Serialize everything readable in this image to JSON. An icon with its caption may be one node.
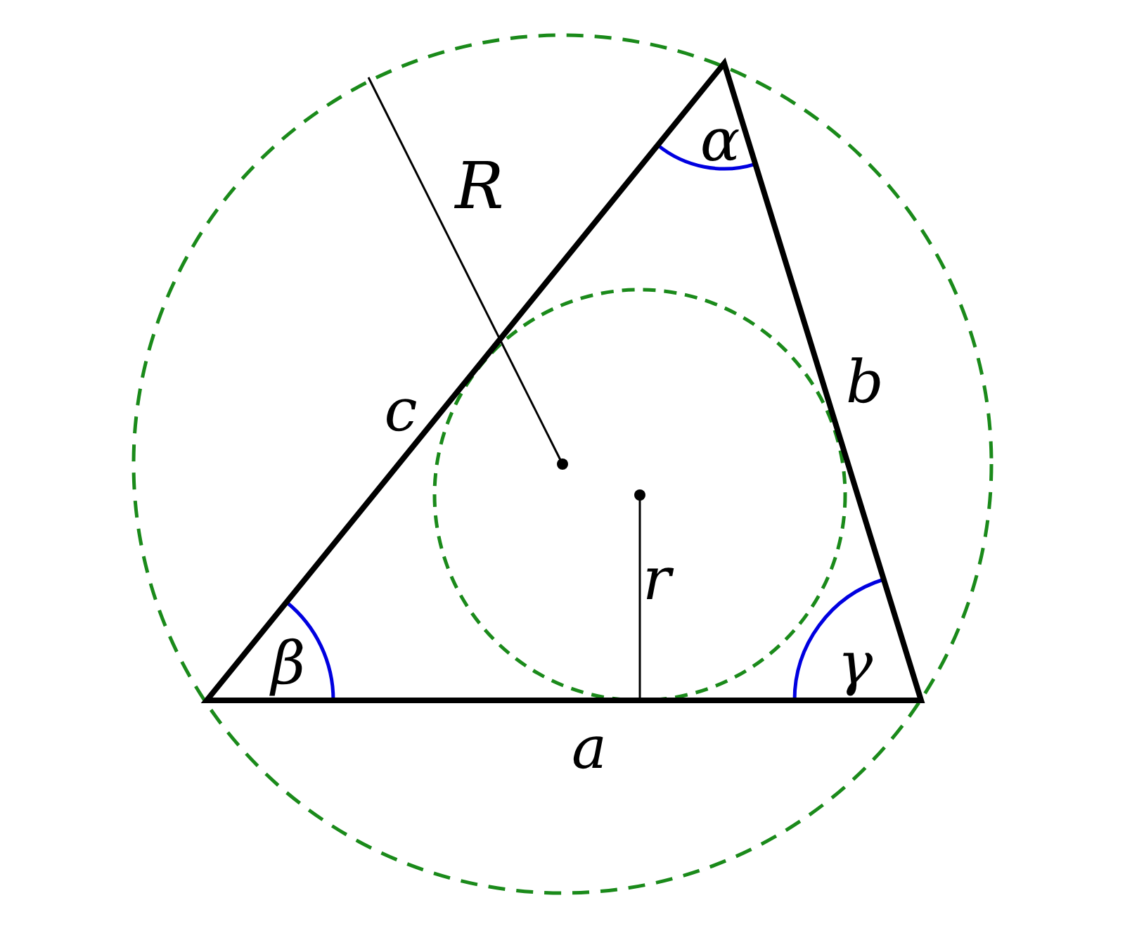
{
  "diagram": {
    "labels": [
      "R",
      "α",
      "c",
      "b",
      "r",
      "β",
      "γ",
      "a"
    ]
  }
}
